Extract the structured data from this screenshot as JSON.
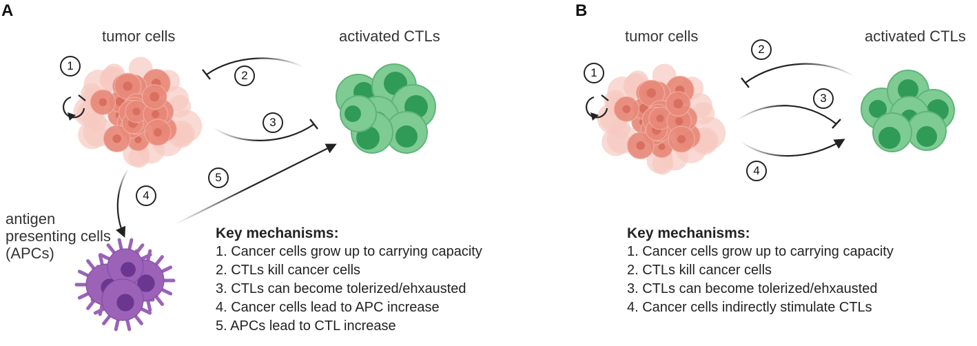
{
  "panels": [
    {
      "letter": "A",
      "labels": {
        "tumor": "tumor cells",
        "ctl": "activated CTLs",
        "apc_line1": "antigen",
        "apc_line2": "presenting cells",
        "apc_line3": "(APCs)"
      },
      "steps": [
        "1",
        "2",
        "3",
        "4",
        "5"
      ],
      "mechanisms": {
        "title": "Key mechanisms:",
        "items": [
          "1. Cancer cells grow up to carrying capacity",
          "2. CTLs kill cancer cells",
          "3. CTLs can become tolerized/ehxausted",
          "4. Cancer cells lead to APC increase",
          "5. APCs lead to CTL increase"
        ]
      }
    },
    {
      "letter": "B",
      "labels": {
        "tumor": "tumor cells",
        "ctl": "activated CTLs"
      },
      "steps": [
        "1",
        "2",
        "3",
        "4"
      ],
      "mechanisms": {
        "title": "Key mechanisms:",
        "items": [
          "1. Cancer cells grow up to carrying capacity",
          "2. CTLs kill cancer cells",
          "3. CTLs can become tolerized/ehxausted",
          "4. Cancer cells indirectly stimulate CTLs"
        ]
      }
    }
  ],
  "colors": {
    "tumor_fill": "#e8897a",
    "tumor_halo": "#f6c9c0",
    "tumor_nucleus": "#d9705f",
    "ctl_fill": "#7fcb94",
    "ctl_nucleus": "#2f9b57",
    "ctl_stroke": "#5fb479",
    "apc_fill": "#9b62b8",
    "apc_nucleus": "#6a3690",
    "arrow": "#222222"
  }
}
